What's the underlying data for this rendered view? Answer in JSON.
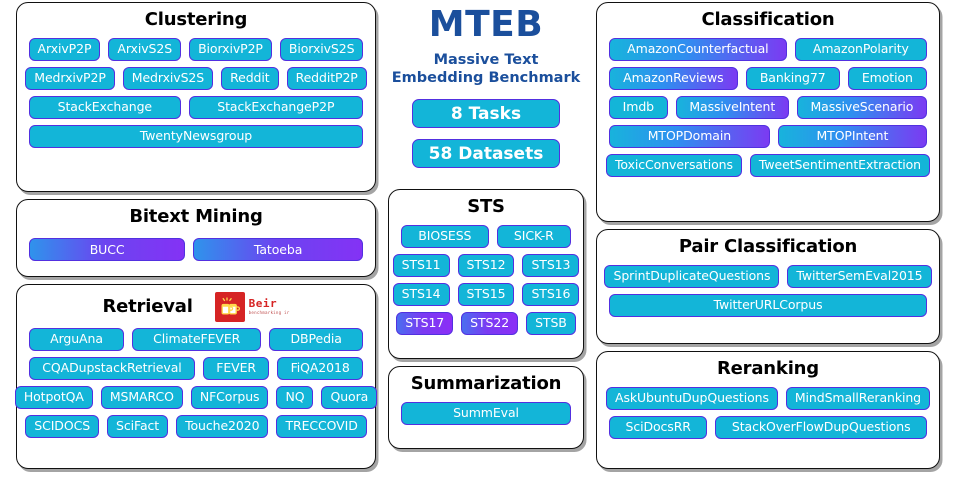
{
  "brand": {
    "title": "MTEB",
    "subtitle_line1": "Massive Text",
    "subtitle_line2": "Embedding Benchmark",
    "stats": [
      {
        "label": "8 Tasks"
      },
      {
        "label": "58 Datasets"
      }
    ],
    "colors": {
      "brand_blue": "#1b4f9c",
      "chip_cyan": "#13b5d8",
      "chip_border": "#5230e0",
      "chip_purple": "#8432f5"
    }
  },
  "logos": {
    "beir": {
      "name": "Beir",
      "tagline": "benchmarking ir"
    }
  },
  "sections": {
    "clustering": {
      "title": "Clustering",
      "rows": [
        [
          {
            "label": "ArxivP2P",
            "style": "solid"
          },
          {
            "label": "ArxivS2S",
            "style": "solid"
          },
          {
            "label": "BiorxivP2P",
            "style": "solid"
          },
          {
            "label": "BiorxivS2S",
            "style": "solid"
          }
        ],
        [
          {
            "label": "MedrxivP2P",
            "style": "solid"
          },
          {
            "label": "MedrxivS2S",
            "style": "solid"
          },
          {
            "label": "Reddit",
            "style": "solid"
          },
          {
            "label": "RedditP2P",
            "style": "solid"
          }
        ],
        [
          {
            "label": "StackExchange",
            "style": "solid"
          },
          {
            "label": "StackExchangeP2P",
            "style": "solid"
          }
        ],
        [
          {
            "label": "TwentyNewsgroup",
            "style": "solid"
          }
        ]
      ]
    },
    "bitext_mining": {
      "title": "Bitext Mining",
      "rows": [
        [
          {
            "label": "BUCC",
            "style": "grad-strong"
          },
          {
            "label": "Tatoeba",
            "style": "grad-strong"
          }
        ]
      ]
    },
    "retrieval": {
      "title": "Retrieval",
      "rows": [
        [
          {
            "label": "ArguAna",
            "style": "solid"
          },
          {
            "label": "ClimateFEVER",
            "style": "solid"
          },
          {
            "label": "DBPedia",
            "style": "solid"
          }
        ],
        [
          {
            "label": "CQADupstackRetrieval",
            "style": "solid"
          },
          {
            "label": "FEVER",
            "style": "solid"
          },
          {
            "label": "FiQA2018",
            "style": "solid"
          }
        ],
        [
          {
            "label": "HotpotQA",
            "style": "solid"
          },
          {
            "label": "MSMARCO",
            "style": "solid"
          },
          {
            "label": "NFCorpus",
            "style": "solid"
          },
          {
            "label": "NQ",
            "style": "solid"
          },
          {
            "label": "Quora",
            "style": "solid"
          }
        ],
        [
          {
            "label": "SCIDOCS",
            "style": "solid"
          },
          {
            "label": "SciFact",
            "style": "solid"
          },
          {
            "label": "Touche2020",
            "style": "solid"
          },
          {
            "label": "TRECCOVID",
            "style": "solid"
          }
        ]
      ]
    },
    "sts": {
      "title": "STS",
      "rows": [
        [
          {
            "label": "BIOSESS",
            "style": "solid"
          },
          {
            "label": "SICK-R",
            "style": "solid"
          }
        ],
        [
          {
            "label": "STS11",
            "style": "solid"
          },
          {
            "label": "STS12",
            "style": "solid"
          },
          {
            "label": "STS13",
            "style": "solid"
          }
        ],
        [
          {
            "label": "STS14",
            "style": "solid"
          },
          {
            "label": "STS15",
            "style": "solid"
          },
          {
            "label": "STS16",
            "style": "solid"
          }
        ],
        [
          {
            "label": "STS17",
            "style": "grad-purple"
          },
          {
            "label": "STS22",
            "style": "grad-purple"
          },
          {
            "label": "STSB",
            "style": "solid"
          }
        ]
      ]
    },
    "summarization": {
      "title": "Summarization",
      "rows": [
        [
          {
            "label": "SummEval",
            "style": "solid"
          }
        ]
      ]
    },
    "classification": {
      "title": "Classification",
      "rows": [
        [
          {
            "label": "AmazonCounterfactual",
            "style": "grad-soft"
          },
          {
            "label": "AmazonPolarity",
            "style": "solid"
          }
        ],
        [
          {
            "label": "AmazonReviews",
            "style": "grad-soft"
          },
          {
            "label": "Banking77",
            "style": "solid"
          },
          {
            "label": "Emotion",
            "style": "solid"
          }
        ],
        [
          {
            "label": "Imdb",
            "style": "solid"
          },
          {
            "label": "MassiveIntent",
            "style": "grad-soft"
          },
          {
            "label": "MassiveScenario",
            "style": "grad-soft"
          }
        ],
        [
          {
            "label": "MTOPDomain",
            "style": "grad-soft"
          },
          {
            "label": "MTOPIntent",
            "style": "grad-soft"
          }
        ],
        [
          {
            "label": "ToxicConversations",
            "style": "solid"
          },
          {
            "label": "TweetSentimentExtraction",
            "style": "solid"
          }
        ]
      ]
    },
    "pair_classification": {
      "title": "Pair Classification",
      "rows": [
        [
          {
            "label": "SprintDuplicateQuestions",
            "style": "solid"
          },
          {
            "label": "TwitterSemEval2015",
            "style": "solid"
          }
        ],
        [
          {
            "label": "TwitterURLCorpus",
            "style": "solid"
          }
        ]
      ]
    },
    "reranking": {
      "title": "Reranking",
      "rows": [
        [
          {
            "label": "AskUbuntuDupQuestions",
            "style": "solid"
          },
          {
            "label": "MindSmallReranking",
            "style": "solid"
          }
        ],
        [
          {
            "label": "SciDocsRR",
            "style": "solid"
          },
          {
            "label": "StackOverFlowDupQuestions",
            "style": "solid"
          }
        ]
      ]
    }
  }
}
